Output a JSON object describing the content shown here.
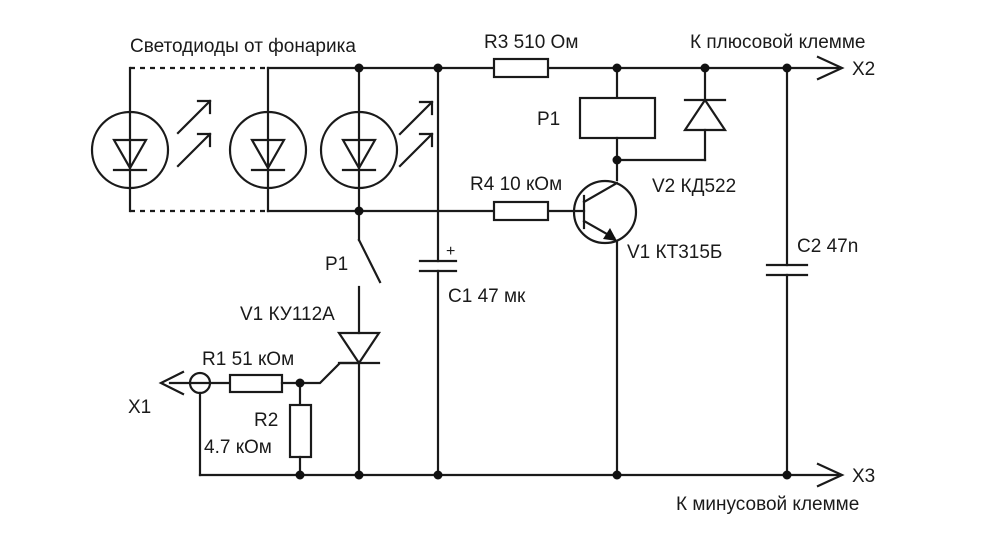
{
  "title": "Светодиоды от фонарика",
  "colors": {
    "wire": "#1a1a1a",
    "background": "#ffffff"
  },
  "labels": {
    "leds": "Светодиоды от фонарика",
    "r3": "R3 510 Ом",
    "plus_terminal": "К плюсовой клемме",
    "x2": "X2",
    "p1_relay": "P1",
    "r4": "R4 10 кОм",
    "v2": "V2 КД522",
    "v1_transistor": "V1 КТ315Б",
    "c2": "C2 47n",
    "p1_switch": "P1",
    "c1_plus": "+",
    "c1": "C1 47 мк",
    "v1_thyristor": "V1 КУ112А",
    "r1": "R1 51 кОм",
    "x1": "X1",
    "r2_name": "R2",
    "r2_value": "4.7 кОм",
    "x3": "X3",
    "minus_terminal": "К минусовой клемме"
  },
  "components": [
    {
      "ref": "LED",
      "type": "led",
      "count": 3,
      "note": "Светодиоды от фонарика"
    },
    {
      "ref": "R1",
      "type": "resistor",
      "value": "51 кОм"
    },
    {
      "ref": "R2",
      "type": "resistor",
      "value": "4.7 кОм"
    },
    {
      "ref": "R3",
      "type": "resistor",
      "value": "510 Ом"
    },
    {
      "ref": "R4",
      "type": "resistor",
      "value": "10 кОм"
    },
    {
      "ref": "C1",
      "type": "electrolytic-capacitor",
      "value": "47 мк"
    },
    {
      "ref": "C2",
      "type": "capacitor",
      "value": "47n"
    },
    {
      "ref": "V1",
      "type": "thyristor",
      "value": "КУ112А"
    },
    {
      "ref": "V1",
      "type": "npn-transistor",
      "value": "КТ315Б"
    },
    {
      "ref": "V2",
      "type": "diode",
      "value": "КД522"
    },
    {
      "ref": "P1",
      "type": "relay",
      "value": "P1"
    },
    {
      "ref": "X1",
      "type": "terminal"
    },
    {
      "ref": "X2",
      "type": "terminal",
      "note": "К плюсовой клемме"
    },
    {
      "ref": "X3",
      "type": "terminal",
      "note": "К минусовой клемме"
    }
  ]
}
